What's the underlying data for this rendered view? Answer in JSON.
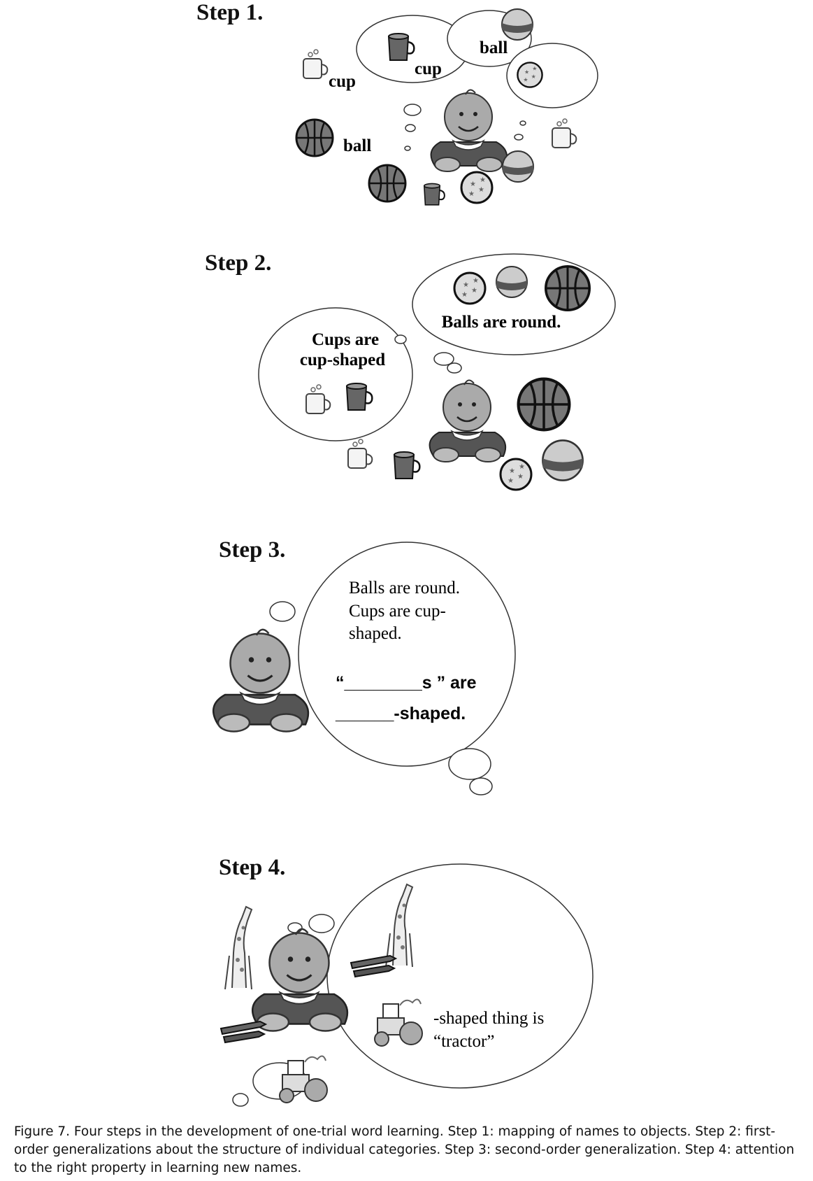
{
  "steps": [
    {
      "title": "Step 1.",
      "labels": {
        "cup_left": "cup",
        "cup_bubble": "cup",
        "ball_bubble": "ball",
        "ball_left": "ball"
      }
    },
    {
      "title": "Step 2.",
      "cups_line1": "Cups are",
      "cups_line2": "cup-shaped",
      "balls": "Balls are round."
    },
    {
      "title": "Step 3.",
      "line1": "Balls are round.",
      "line2": "Cups are cup-",
      "line3": "shaped.",
      "blank_line1": "“________s ”  are",
      "blank_line2": "______-shaped."
    },
    {
      "title": "Step 4.",
      "line1": "-shaped thing is",
      "line2": "“tractor”"
    }
  ],
  "caption": "Figure 7. Four steps in the development of one-trial word learning. Step 1: mapping of names to objects. Step 2: first-order generalizations about the structure of individual categories. Step 3: second-order generalization. Step 4: attention to the right property in learning new names."
}
